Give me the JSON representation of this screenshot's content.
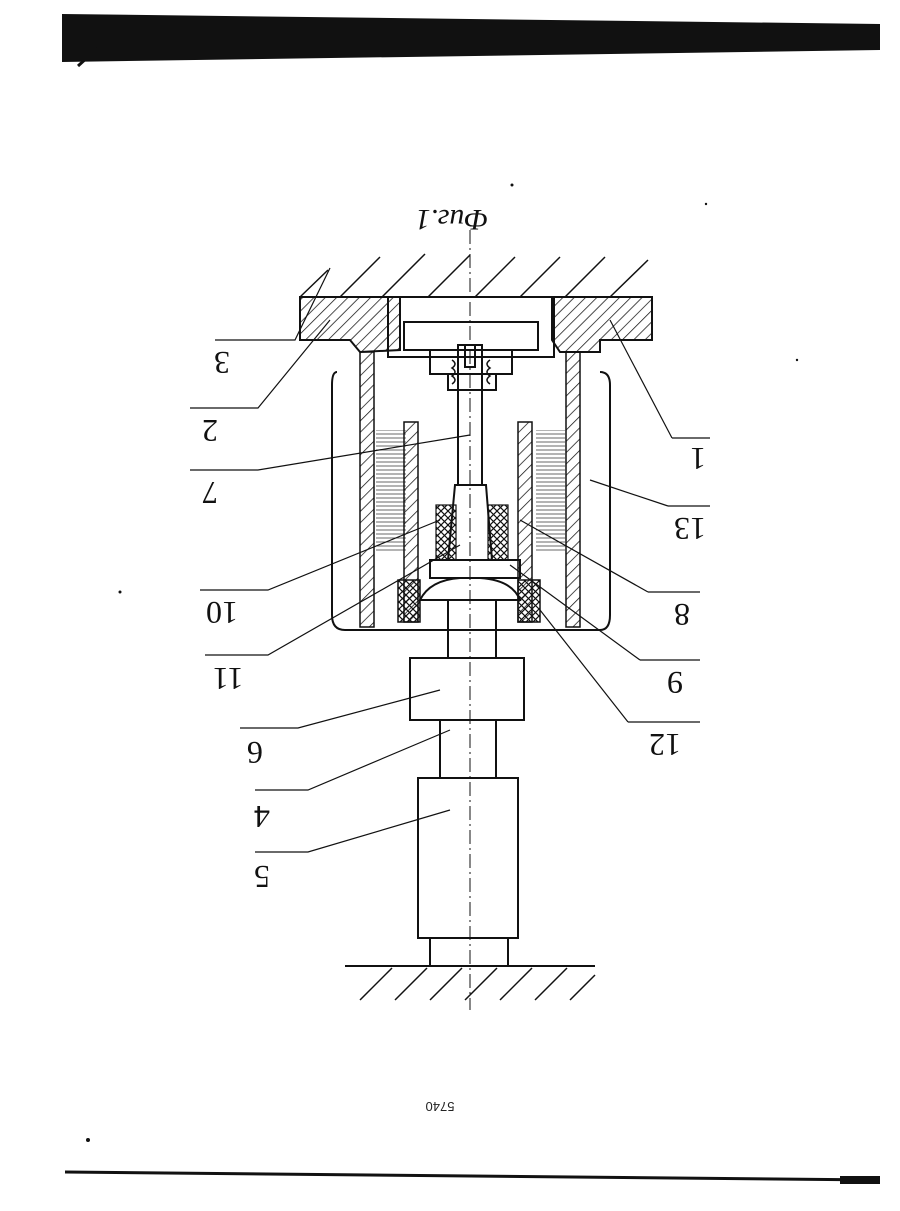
{
  "caption": "Фиг.1",
  "page_number": "5740",
  "part_labels": [
    "1",
    "2",
    "3",
    "4",
    "5",
    "6",
    "7",
    "8",
    "9",
    "10",
    "11",
    "12",
    "13"
  ],
  "ink_color": "#111111"
}
